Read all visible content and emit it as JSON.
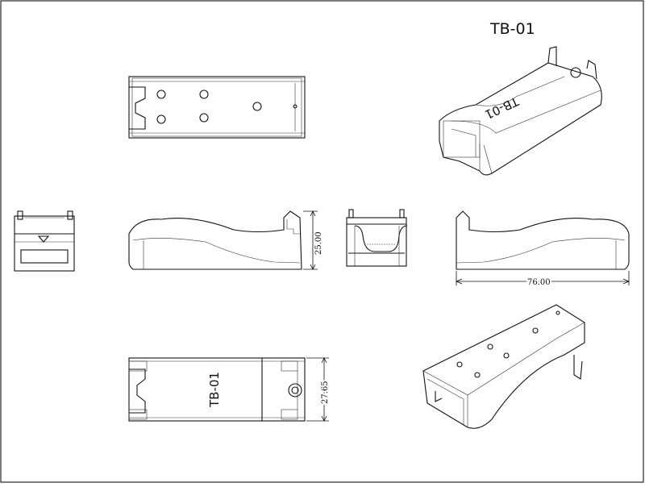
{
  "drawing": {
    "title": "TB-01",
    "part_marking": "TB-01",
    "dimensions": {
      "height": "25.00",
      "length": "76.00",
      "width": "27.65"
    }
  }
}
